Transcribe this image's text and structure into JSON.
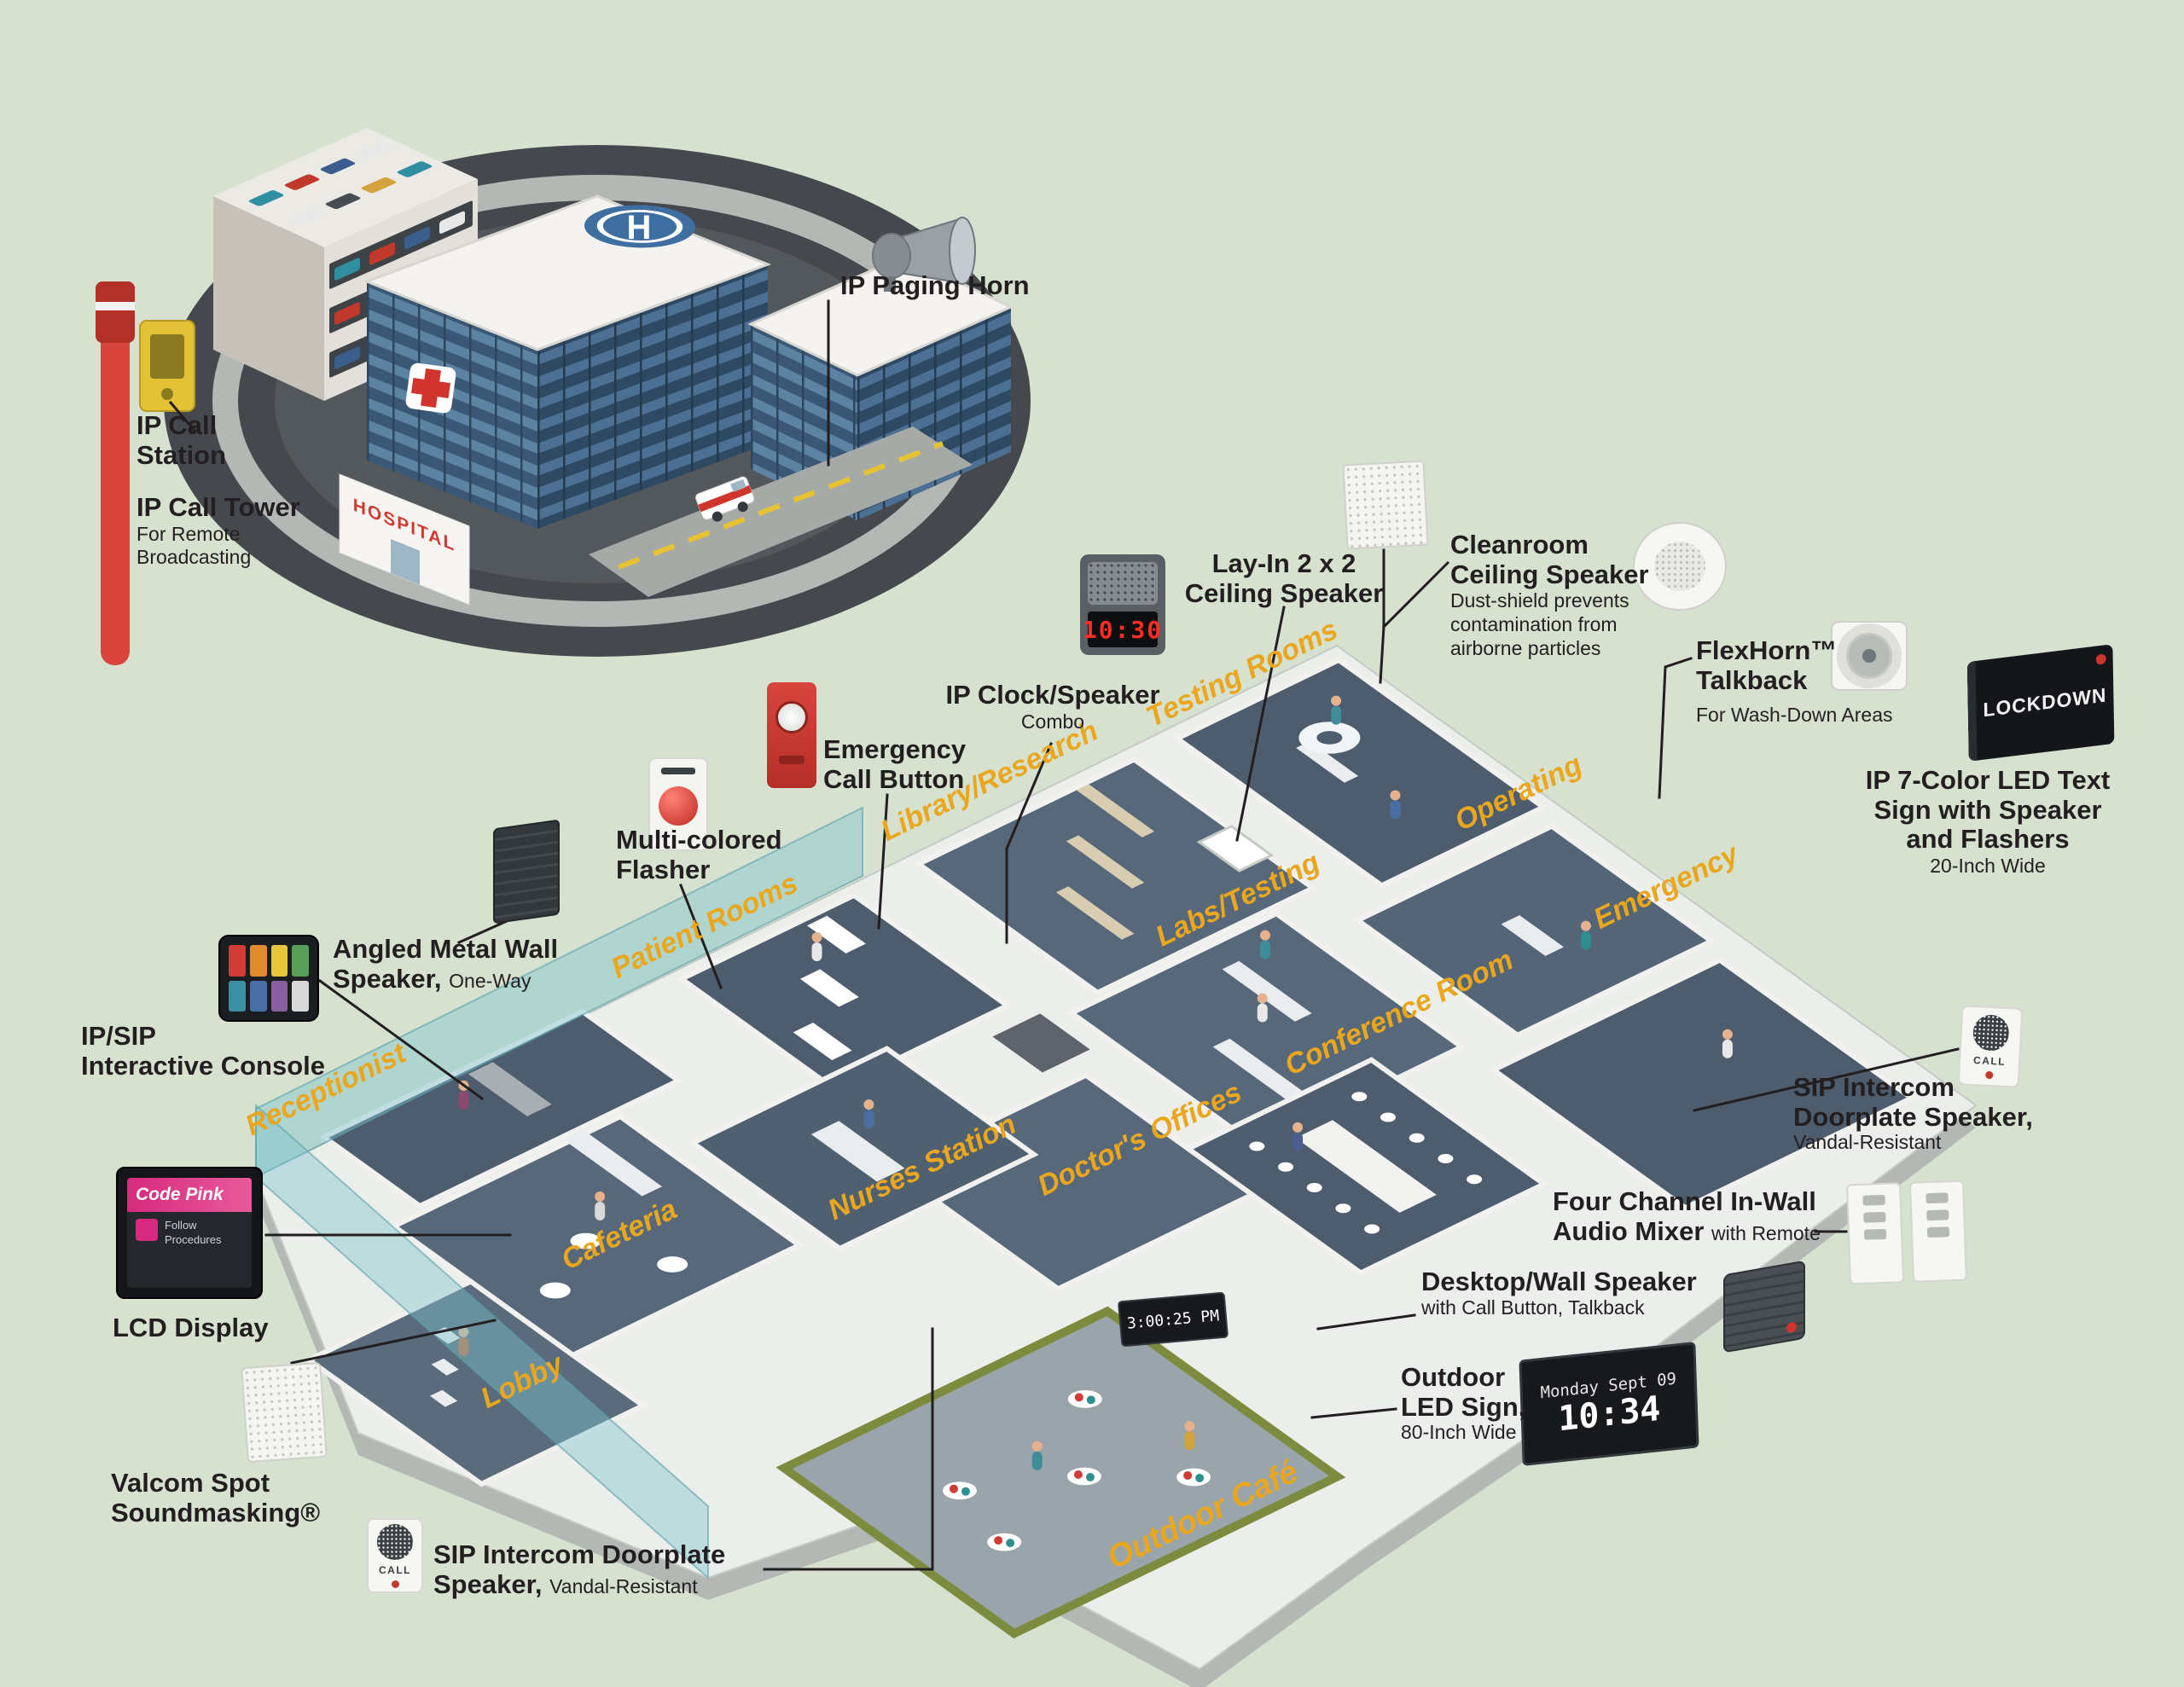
{
  "scene": {
    "background": "#d6e2cf",
    "accent_yellow": "#eaa71e",
    "label_color": "#231f20",
    "room_floor_color": "#4d5d6e",
    "alert_red": "#d0342c"
  },
  "campus": {
    "paging_horn": "IP Paging Horn",
    "call_station_l1": "IP Call",
    "call_station_l2": "Station",
    "tower_title": "IP Call Tower",
    "tower_sub1": "For Remote",
    "tower_sub2": "Broadcasting"
  },
  "devices": {
    "hospital_sign": "HOSPITAL",
    "helipad": "H",
    "clock_time": "10:30",
    "corridor_sign": "3:00:25 PM",
    "outdoor_date": "Monday  Sept 09",
    "outdoor_time": "10:34",
    "lockdown": "LOCKDOWN",
    "code_pink_title": "Code Pink",
    "code_pink_sub": "Follow Procedures",
    "doorplate": "CALL"
  },
  "callouts": {
    "lay_in_l1": "Lay-In 2 x 2",
    "lay_in_l2": "Ceiling Speaker",
    "cleanroom_l1": "Cleanroom",
    "cleanroom_l2": "Ceiling Speaker",
    "cleanroom_s1": "Dust-shield prevents",
    "cleanroom_s2": "contamination from",
    "cleanroom_s3": "airborne particles",
    "flexhorn_l1": "FlexHorn™",
    "flexhorn_l2": "Talkback",
    "flexhorn_sub": "For Wash-Down Areas",
    "ledsign_l1": "IP 7-Color LED Text",
    "ledsign_l2": "Sign with Speaker",
    "ledsign_l3": "and Flashers",
    "ledsign_sub": "20-Inch Wide",
    "clock_l1": "IP Clock/Speaker",
    "clock_sub": "Combo",
    "embtn_l1": "Emergency",
    "embtn_l2": "Call Button",
    "flasher_l1": "Multi-colored",
    "flasher_l2": "Flasher",
    "angled_l1": "Angled Metal Wall",
    "angled_l2": "Speaker,",
    "angled_l2b": "One-Way",
    "console_l1": "IP/SIP",
    "console_l2": "Interactive Console",
    "lcd": "LCD Display",
    "soundmask_l1": "Valcom Spot",
    "soundmask_l2": "Soundmasking®",
    "doorplate_b_l1": "SIP Intercom Doorplate",
    "doorplate_b_l2": "Speaker,",
    "doorplate_b_l2b": "Vandal-Resistant",
    "doorplate_r_l1": "SIP Intercom",
    "doorplate_r_l2": "Doorplate Speaker,",
    "doorplate_r_l3": "Vandal-Resistant",
    "mixer_l1": "Four Channel In-Wall",
    "mixer_l2": "Audio Mixer",
    "mixer_l2b": "with Remote",
    "desktop_l1": "Desktop/Wall Speaker",
    "desktop_sub": "with Call Button, Talkback",
    "outdoorled_l1": "Outdoor",
    "outdoorled_l2": "LED Sign,",
    "outdoorled_sub": "80-Inch Wide"
  },
  "rooms": [
    "Testing Rooms",
    "Library/Research",
    "Patient Rooms",
    "Operating",
    "Emergency",
    "Labs/Testing",
    "Conference Room",
    "Doctor's Offices",
    "Nurses Station",
    "Cafeteria",
    "Receptionist",
    "Lobby",
    "Outdoor Café"
  ]
}
